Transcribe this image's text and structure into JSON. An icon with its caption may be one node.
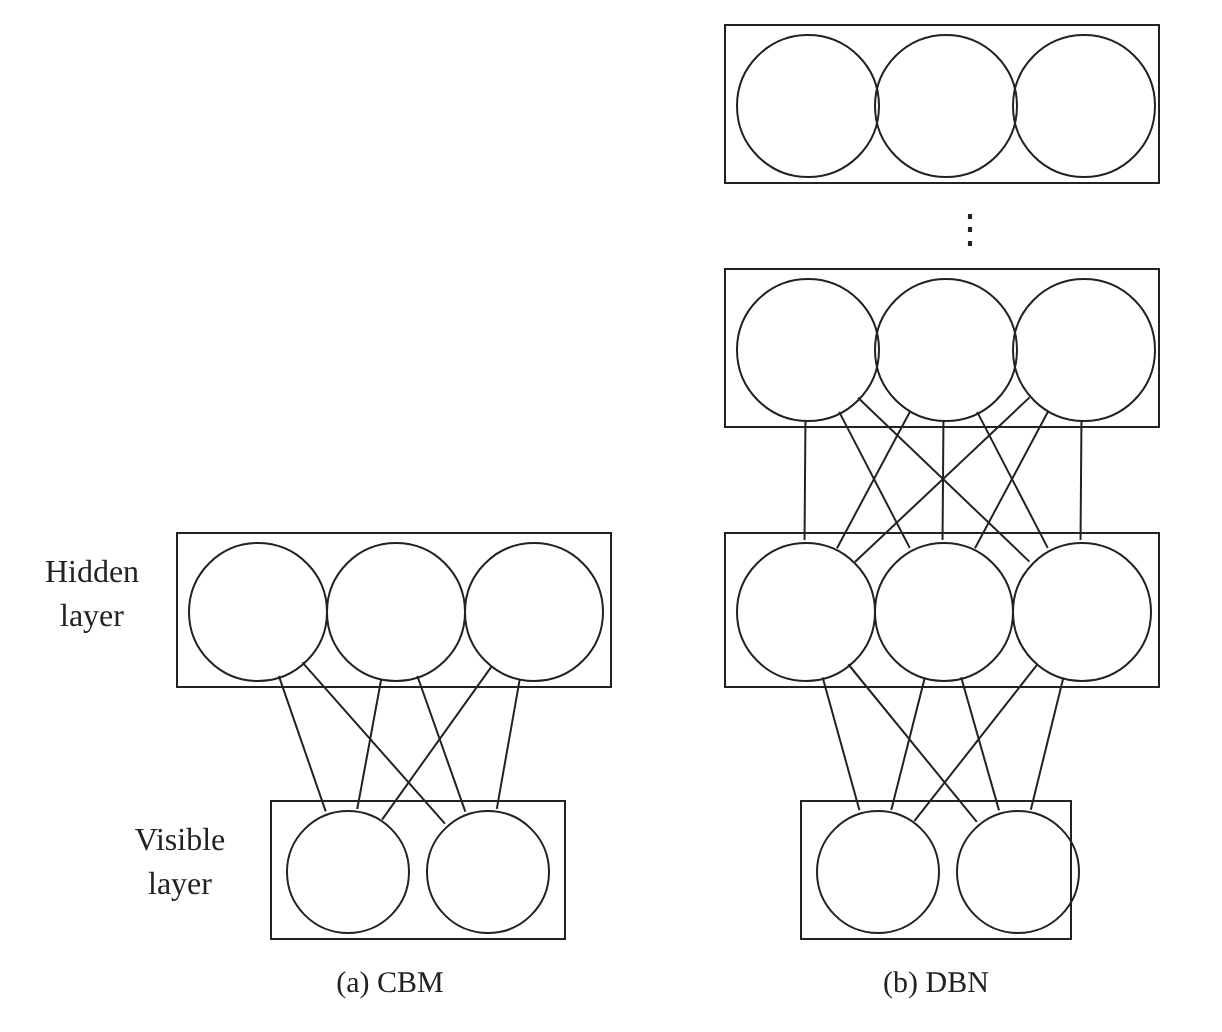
{
  "diagram": {
    "nodes": [
      {
        "text": [],
        "shape": "box"
      },
      {
        "text": [],
        "shape": "circle",
        "in": 0
      },
      {
        "text": [],
        "shape": "circle",
        "in": 0
      },
      {
        "text": [],
        "shape": "circle",
        "in": 0
      },
      {
        "text": [],
        "shape": "box"
      },
      {
        "text": [],
        "shape": "circle",
        "in": 4
      },
      {
        "text": [],
        "shape": "circle",
        "in": 4
      },
      {
        "text": [],
        "shape": "circle",
        "in": 4
      },
      {
        "text": [],
        "shape": "box",
        "beside": [
          "Hidden layer"
        ]
      },
      {
        "text": [],
        "shape": "circle",
        "in": 8
      },
      {
        "text": [],
        "shape": "circle",
        "in": 8
      },
      {
        "text": [],
        "shape": "circle",
        "in": 8
      },
      {
        "text": [],
        "shape": "box"
      },
      {
        "text": [],
        "shape": "circle",
        "in": 12
      },
      {
        "text": [],
        "shape": "circle",
        "in": 12
      },
      {
        "text": [],
        "shape": "circle",
        "in": 12
      },
      {
        "text": [],
        "shape": "box",
        "beside": [
          "Visible layer"
        ]
      },
      {
        "text": [],
        "shape": "circle",
        "in": 16
      },
      {
        "text": [],
        "shape": "circle",
        "in": 16
      },
      {
        "text": [],
        "shape": "box"
      },
      {
        "text": [],
        "shape": "circle",
        "in": 19
      },
      {
        "text": [],
        "shape": "circle",
        "in": 19
      }
    ],
    "edges": [
      {
        "from": 17,
        "to": 9,
        "arrow": "none"
      },
      {
        "from": 17,
        "to": 10,
        "arrow": "none"
      },
      {
        "from": 17,
        "to": 11,
        "arrow": "none"
      },
      {
        "from": 18,
        "to": 9,
        "arrow": "none"
      },
      {
        "from": 18,
        "to": 10,
        "arrow": "none"
      },
      {
        "from": 18,
        "to": 11,
        "arrow": "none"
      },
      {
        "from": 20,
        "to": 13,
        "arrow": "none"
      },
      {
        "from": 20,
        "to": 14,
        "arrow": "none"
      },
      {
        "from": 20,
        "to": 15,
        "arrow": "none"
      },
      {
        "from": 21,
        "to": 13,
        "arrow": "none"
      },
      {
        "from": 21,
        "to": 14,
        "arrow": "none"
      },
      {
        "from": 21,
        "to": 15,
        "arrow": "none"
      },
      {
        "from": 13,
        "to": 5,
        "arrow": "none"
      },
      {
        "from": 13,
        "to": 6,
        "arrow": "none"
      },
      {
        "from": 13,
        "to": 7,
        "arrow": "none"
      },
      {
        "from": 14,
        "to": 5,
        "arrow": "none"
      },
      {
        "from": 14,
        "to": 6,
        "arrow": "none"
      },
      {
        "from": 14,
        "to": 7,
        "arrow": "none"
      },
      {
        "from": 15,
        "to": 5,
        "arrow": "none"
      },
      {
        "from": 15,
        "to": 6,
        "arrow": "none"
      },
      {
        "from": 15,
        "to": 7,
        "arrow": "none"
      }
    ],
    "labels": [
      "⋮",
      "(a) CBM",
      "(b) DBN"
    ]
  }
}
